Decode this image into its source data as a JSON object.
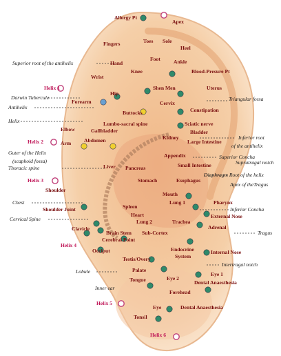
{
  "colors": {
    "ear_fill": "#f3c8a0",
    "ear_inner": "#e8a878",
    "ear_rim": "#f8e0c8",
    "dot_green": "#2f8a6a",
    "dot_yellow": "#f0d030",
    "dot_blue": "#6aa0d0",
    "dot_pink_outline": "#c0407a",
    "label_dark_red": "#7a1010",
    "label_external": "#1a1a1a"
  },
  "labels": {
    "allergy": "Allergy Pt",
    "apex": "Apex",
    "fingers": "Fingers",
    "toes": "Toes",
    "sole": "Sole",
    "heel": "Heel",
    "hand": "Hand",
    "foot": "Foot",
    "ankle": "Ankle",
    "sup_root": "Superior root of the antihelix",
    "wrist": "Wrist",
    "knee": "Knee",
    "bp": "Blood-Presure Pt",
    "helix1": "Helix 1",
    "darwin": "Darwin Tubercule",
    "shenmen": "Shen Men",
    "uterus": "Uterus",
    "forearm": "Forearm",
    "hip": "Hip",
    "cervix": "Cervix",
    "tri_fossa": "Triangular fossa",
    "antihelix": "Antihelix",
    "buttocks": "Buttocks",
    "constipation": "Constipation",
    "helix": "Helix",
    "lumbo": "Lumbo-sacral spine",
    "sciatic": "Sciatic nerve",
    "elbow": "Elbow",
    "gallbladder": "Gallbladder",
    "bladder": "Bladder",
    "inf_root": "Inferior root",
    "inf_root2": "of the antihelix",
    "helix2": "Helix 2",
    "arm": "Arm",
    "abdomen": "Abdomen",
    "kidney": "Kidney",
    "large_int": "Large Intestine",
    "guter": "Guter of the Helix",
    "scaphoid": "(scaphoid fossa)",
    "appendix": "Appendix",
    "sup_concha": "Superior Concha",
    "supratragal": "Supratragal notch",
    "thoracic": "Thoracic spine",
    "liver": "Liver",
    "pancreas": "Pancreas",
    "small_int": "Small Intestine",
    "diaphragm": "Diaphragm Root of the helix",
    "helix3": "Helix 3",
    "stomach": "Stomach",
    "esophagus": "Esophagus",
    "apex_tragus": "Apex of theTragus",
    "shoulder": "Shoulder",
    "mouth": "Mouth",
    "chest": "Chest",
    "spleen": "Spleen",
    "lung1": "Lung 1",
    "pharynx": "Pharynx",
    "shoulder_joint": "Shoulder Joint",
    "inf_concha": "Inferior Concha",
    "heart": "Heart",
    "external_nose": "External Nose",
    "cervical": "Cervical Spine",
    "lung2": "Lung 2",
    "trachea": "Trachea",
    "adrenal": "Adrenal",
    "clavicle": "Clavicle",
    "brain_stem": "Brain Stem",
    "sub_cortex": "Sub-Cortex",
    "tragus": "Tragus",
    "cerebral": "Cerebral Point",
    "helix4": "Helix 4",
    "occiput": "Occiput",
    "endocrine": "Endocrine",
    "system": "System",
    "internal_nose": "Internal Nose",
    "testis": "Testis/Overy",
    "intertragal": "Intertragal notch",
    "lobule": "Lobule",
    "palate": "Palate",
    "eye1": "Eye 1",
    "eye2": "Eye 2",
    "tongue": "Tongue",
    "dental1": "Dental Anaesthesia",
    "inner_ear": "Inner ear",
    "forehead": "Forehead",
    "helix5": "Helix 5",
    "eye": "Eye",
    "dental2": "Dental Anaesthesia",
    "tonsil": "Tonsil",
    "helix6": "Helix 6"
  }
}
